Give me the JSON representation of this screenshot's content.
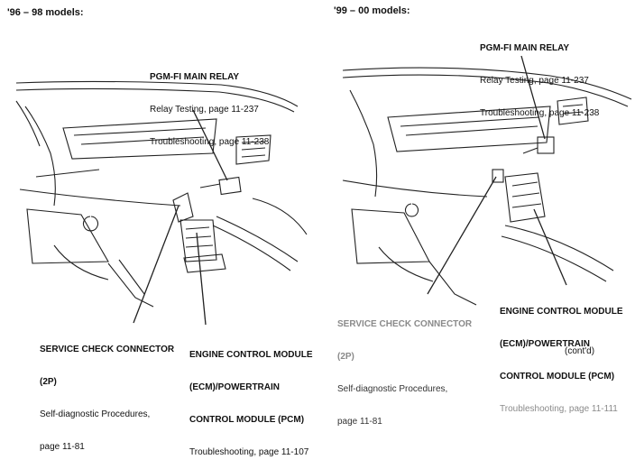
{
  "left_panel": {
    "header": "'96 – 98 models:",
    "relay": {
      "title": "PGM-FI MAIN RELAY",
      "line1": "Relay Testing, page 11-237",
      "line2": "Troubleshooting, page 11-238"
    },
    "service_connector": {
      "title1": "SERVICE CHECK CONNECTOR",
      "title2": "(2P)",
      "line1": "Self-diagnostic Procedures,",
      "line2": "page 11-81"
    },
    "ecm": {
      "title1": "ENGINE CONTROL MODULE",
      "title2": "(ECM)/POWERTRAIN",
      "title3": "CONTROL MODULE (PCM)",
      "line1": "Troubleshooting, page 11-107"
    }
  },
  "right_panel": {
    "header": "'99 – 00 models:",
    "relay": {
      "title": "PGM-FI MAIN RELAY",
      "line1": "Relay Testing, page 11-237",
      "line2": "Troubleshooting, page 11-238"
    },
    "service_connector": {
      "title1": "SERVICE CHECK CONNECTOR",
      "title2": "(2P)",
      "line1": "Self-diagnostic Procedures,",
      "line2": "page 11-81"
    },
    "ecm": {
      "title1": "ENGINE CONTROL MODULE",
      "title2": "(ECM)/POWERTRAIN",
      "title3": "CONTROL MODULE (PCM)",
      "line1": "Troubleshooting, page 11-111"
    }
  },
  "footer": {
    "contd": "(cont'd)"
  }
}
